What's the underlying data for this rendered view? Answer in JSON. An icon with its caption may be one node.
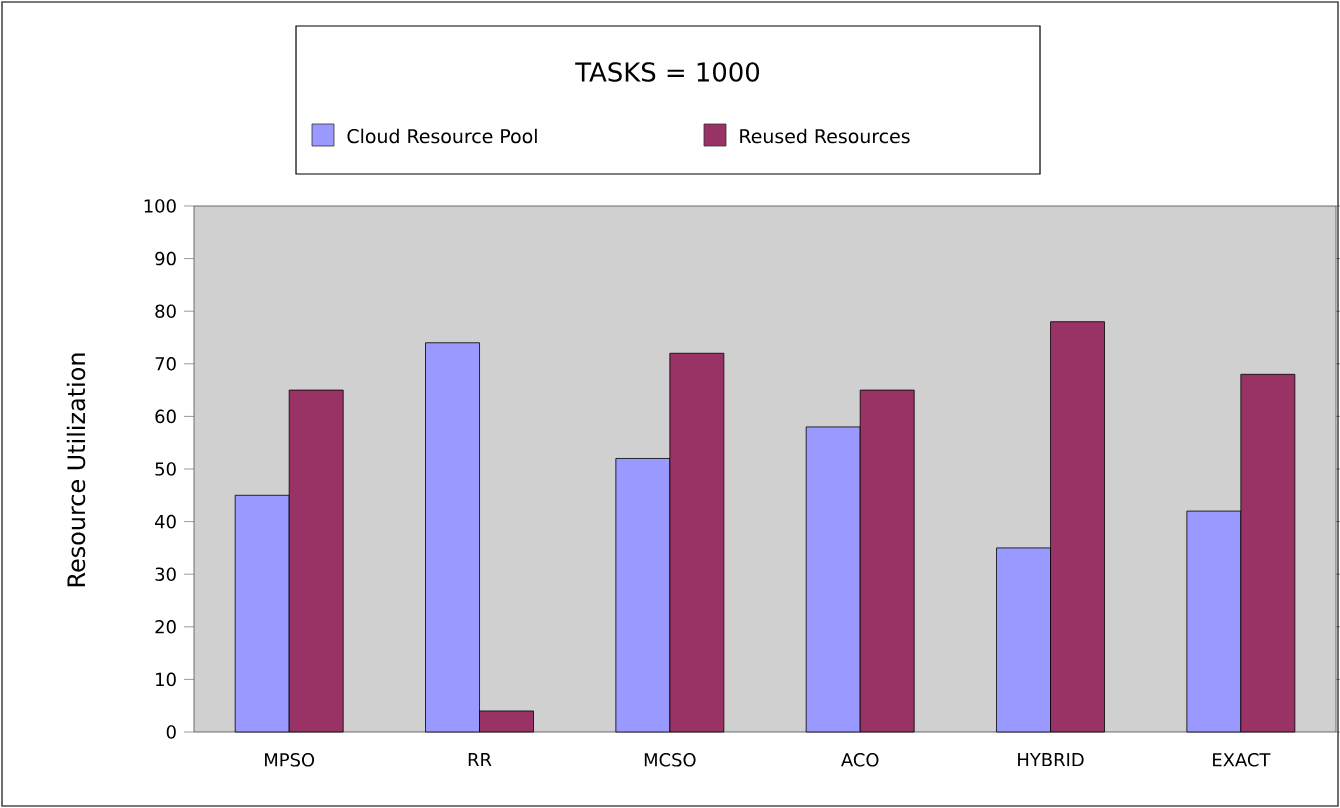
{
  "diagram": {
    "chart_data": {
      "type": "bar",
      "title": "TASKS = 1000",
      "ylabel": "Resource Utilization",
      "categories": [
        "MPSO",
        "RR",
        "MCSO",
        "ACO",
        "HYBRID",
        "EXACT"
      ],
      "series": [
        {
          "name": "Cloud Resource Pool",
          "color": "#9999ff",
          "values": [
            45,
            74,
            52,
            58,
            35,
            42
          ]
        },
        {
          "name": "Reused Resources",
          "color": "#993366",
          "values": [
            65,
            4,
            72,
            65,
            78,
            68
          ]
        }
      ],
      "legend": "top",
      "ylim": [
        0,
        100
      ],
      "yticks": [
        0,
        10,
        20,
        30,
        40,
        50,
        60,
        70,
        80,
        90,
        100
      ]
    }
  }
}
